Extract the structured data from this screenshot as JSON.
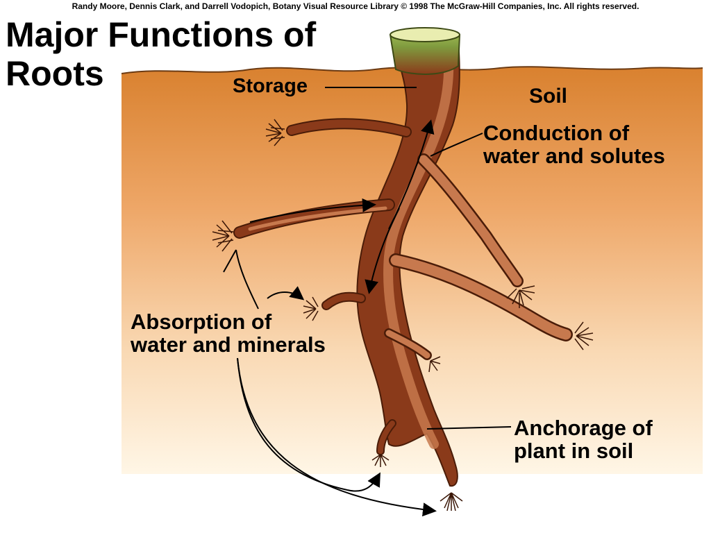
{
  "credit": "Randy Moore, Dennis Clark, and Darrell Vodopich, Botany Visual Resource Library © 1998 The McGraw-Hill Companies, Inc. All rights reserved.",
  "title": {
    "line1": "Major Functions of",
    "line2": "Roots"
  },
  "labels": {
    "storage": "Storage",
    "soil": "Soil",
    "conduction_line1": "Conduction of",
    "conduction_line2": "water and solutes",
    "absorption_line1": "Absorption of",
    "absorption_line2": "water and minerals",
    "anchorage_line1": "Anchorage of",
    "anchorage_line2": "plant in soil"
  },
  "colors": {
    "soil_top": "#d9812f",
    "soil_bottom": "#fff6e6",
    "root_dark": "#8a3a1a",
    "root_light": "#c7794e",
    "stem_green": "#9bbd4a"
  }
}
